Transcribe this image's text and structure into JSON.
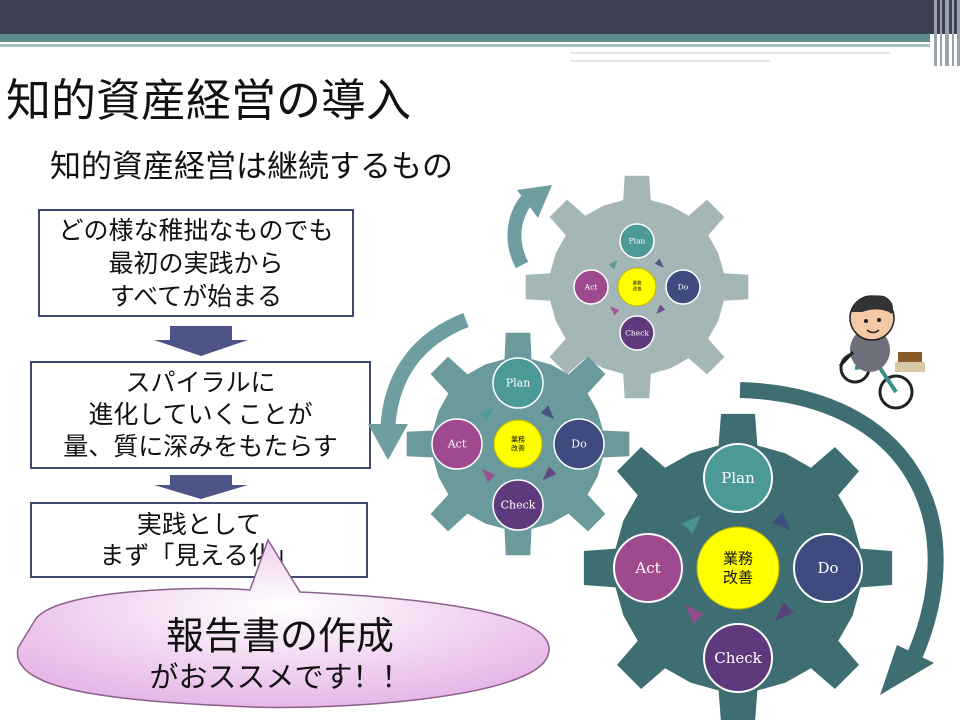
{
  "slide": {
    "title": "知的資産経営の導入",
    "subtitle": "知的資産経営は継続するもの"
  },
  "flow_boxes": [
    {
      "lines": [
        "どの様な稚拙なものでも",
        "最初の実践から",
        "すべてが始まる"
      ]
    },
    {
      "lines": [
        "スパイラルに",
        "進化していくことが",
        "量、質に深みをもたらす"
      ]
    },
    {
      "lines": [
        "実践として",
        "まず「見える化」"
      ]
    }
  ],
  "callout": {
    "line1": "報告書の作成",
    "line2": "がおススメです！！"
  },
  "pdca": {
    "plan": "Plan",
    "do": "Do",
    "check": "Check",
    "act": "Act",
    "center_line1": "業務",
    "center_line2": "改善"
  },
  "colors": {
    "header_dark": "#3d3f53",
    "header_teal": "#5e8c8b",
    "box_border": "#3d4873",
    "arrow_fill": "#4e5487",
    "gear_small": "#a5b6b7",
    "gear_medium": "#6a9a9b",
    "gear_large": "#3e6e72",
    "spiral_arrow": "#6f9ea0",
    "plan_circle": "#4b9a95",
    "do_circle": "#3f4a7f",
    "check_circle": "#5e3a7d",
    "act_circle": "#9f4a8e",
    "center_circle": "#ffff00",
    "callout_fill": "#f2d6f2"
  },
  "icons": [
    "bicycle-rider-illustration"
  ]
}
